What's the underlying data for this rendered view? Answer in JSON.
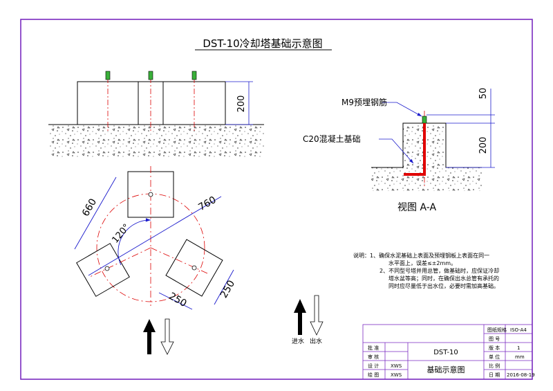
{
  "title": "DST-10冷却塔基础示意图",
  "elevation": {
    "height_label": "200"
  },
  "section": {
    "rebar_label": "M9预埋钢筋",
    "concrete_label": "C20混凝土基础",
    "dim_top": "50",
    "dim_height": "200",
    "view_label": "视图  A-A"
  },
  "plan": {
    "dim_660": "660",
    "dim_760": "760",
    "angle": "120°",
    "dim_250_a": "250",
    "dim_250_b": "250"
  },
  "notes": {
    "line1": "说明：1、确保水泥基础上表面及预埋钢板上表面在同一",
    "line2": "水平面上，误差≤±2mm。",
    "line3": "2、不同型号塔并用总管，做基础时，应保证冷却",
    "line4": "塔水盆等高；同时，在确保出水总管有承托的",
    "line5": "同时应尽量低于出水位，必要时需加高基础。"
  },
  "legend": {
    "inlet": "进水",
    "outlet": "出水"
  },
  "title_block": {
    "r1_label": "图纸规格",
    "r1_value": "ISO-A4",
    "r2_label": "图  号",
    "r2_value": "",
    "r3_label": "版  本",
    "r3_value": "1",
    "r4_label": "单  位",
    "r4_value": "mm",
    "r5_label": "比  例",
    "r5_value": "",
    "r6_label": "日  期",
    "r6_value": "2016-08-19",
    "approve": "批  准",
    "review": "审  核",
    "design": "设  计",
    "design_by": "XWS",
    "draw": "绘  图",
    "draw_by": "XWS",
    "model": "DST-10",
    "drawing_name": "基础示意图"
  },
  "colors": {
    "frame": "#7a2ac0",
    "line": "#000000",
    "centerline": "#dd0000",
    "dimension": "#1a1acc",
    "rebar": "#e00000",
    "bolt": "#2aa02a"
  }
}
